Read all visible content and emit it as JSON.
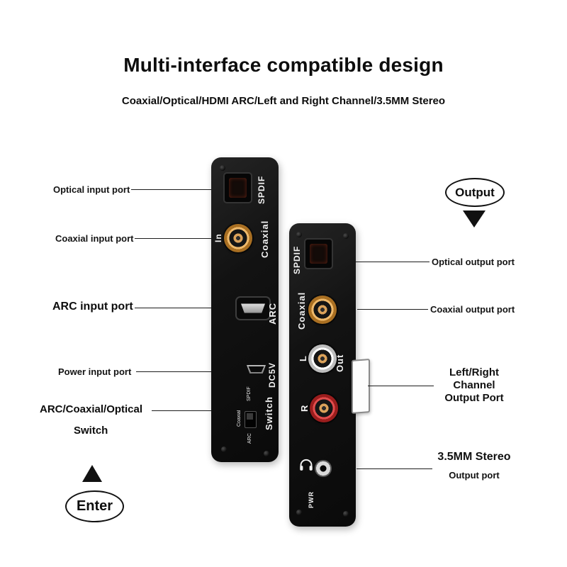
{
  "header": {
    "title": "Multi-interface compatible design",
    "subtitle": "Coaxial/Optical/HDMI ARC/Left and Right Channel/3.5MM Stereo"
  },
  "annotations_left": {
    "optical_input": "Optical input port",
    "coaxial_input": "Coaxial input port",
    "arc_input": "ARC input port",
    "power_input": "Power input port",
    "switch_line1": "ARC/Coaxial/Optical",
    "switch_line2": "Switch",
    "enter_badge": "Enter"
  },
  "annotations_right": {
    "output_badge": "Output",
    "optical_output": "Optical output port",
    "coaxial_output": "Coaxial output port",
    "lr_line1": "Left/Right",
    "lr_line2": "Channel",
    "lr_line3": "Output Port",
    "stereo_title": "3.5MM Stereo",
    "stereo_sub": "Output port"
  },
  "input_panel": {
    "spdif_label": "SPDIF",
    "in_label": "In",
    "coaxial_label": "Coaxial",
    "arc_label": "ARC",
    "dc5v_label": "DC5V",
    "switch_label": "Switch",
    "switch_pos_spdif": "SPDIF",
    "switch_pos_coaxial": "Coaxial",
    "switch_pos_arc": "ARC"
  },
  "output_panel": {
    "spdif_label": "SPDIF",
    "coaxial_label": "Coaxial",
    "left_label": "L",
    "out_label": "Out",
    "right_label": "R",
    "pwr_label": "PWR"
  },
  "colors": {
    "panel_black": "#121212",
    "coaxial_jack_gold": "#c98a33",
    "left_jack_white": "#e6e6e6",
    "right_jack_red": "#c23333",
    "annotation_text": "#111111",
    "panel_text": "#f2f2f2"
  }
}
